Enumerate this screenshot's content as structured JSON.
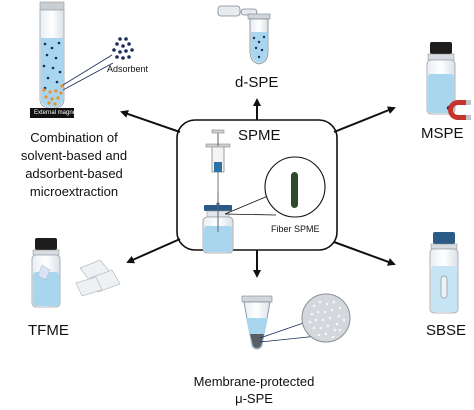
{
  "center": {
    "title": "SPME",
    "fiber_label": "Fiber SPME"
  },
  "methods": {
    "combo": [
      "Combination of",
      "solvent-based and",
      "adsorbent-based",
      "microextraction"
    ],
    "combo_adsorbent": "Adsorbent",
    "combo_magnet": "External magnet",
    "dspe": "d-SPE",
    "mspe": "MSPE",
    "tfme": "TFME",
    "sbse": "SBSE",
    "membrane": [
      "Membrane-protected",
      "μ-SPE"
    ]
  },
  "colors": {
    "arrow": "#111111",
    "liquid": "#a9d6ef",
    "box_stroke": "#111111",
    "fiber": "#2f4a2a",
    "orange_particles": "#e8902a",
    "navy_particles": "#1c2b5a",
    "magnet_red": "#c8332b",
    "cap_blue": "#2b5a86"
  }
}
